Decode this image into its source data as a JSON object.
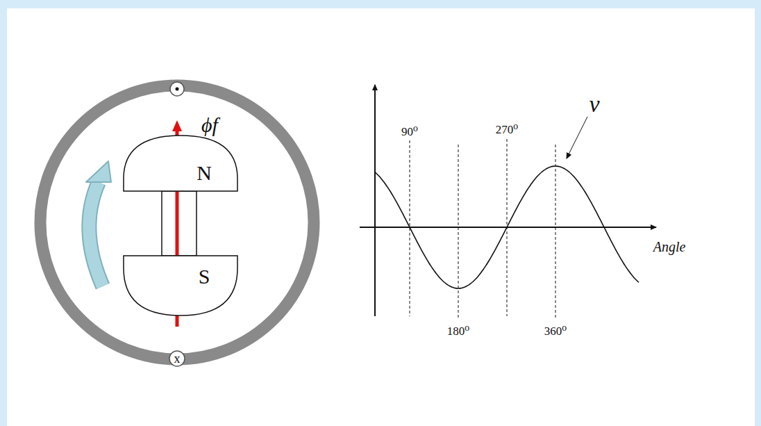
{
  "diagram": {
    "nodes": [
      {
        "text": [
          "N"
        ]
      },
      {
        "text": [
          "S"
        ]
      }
    ],
    "labels": [
      "ϕf",
      "x",
      "v",
      "90⁰",
      "270⁰",
      "180⁰",
      "360⁰",
      "Angle"
    ]
  }
}
